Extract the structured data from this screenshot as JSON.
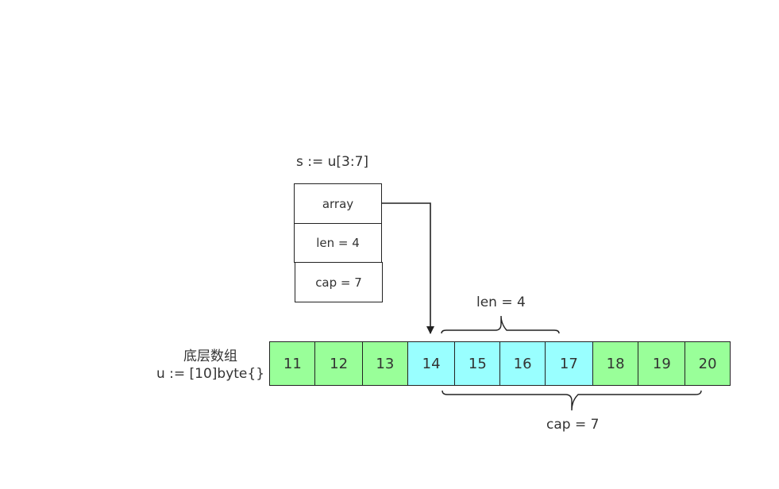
{
  "slice": {
    "title": "s := u[3:7]",
    "fields": [
      "array",
      "len = 4",
      "cap = 7"
    ]
  },
  "underlying": {
    "label_line1": "底层数组",
    "label_line2": "u := [10]byte{}",
    "cells": [
      {
        "value": "11",
        "in_slice": false
      },
      {
        "value": "12",
        "in_slice": false
      },
      {
        "value": "13",
        "in_slice": false
      },
      {
        "value": "14",
        "in_slice": true
      },
      {
        "value": "15",
        "in_slice": true
      },
      {
        "value": "16",
        "in_slice": true
      },
      {
        "value": "17",
        "in_slice": true
      },
      {
        "value": "18",
        "in_slice": false
      },
      {
        "value": "19",
        "in_slice": false
      },
      {
        "value": "20",
        "in_slice": false
      }
    ]
  },
  "braces": {
    "len_label": "len = 4",
    "cap_label": "cap = 7"
  },
  "colors": {
    "outside_slice": "#99ff99",
    "inside_slice": "#99ffff",
    "stroke": "#222222"
  }
}
